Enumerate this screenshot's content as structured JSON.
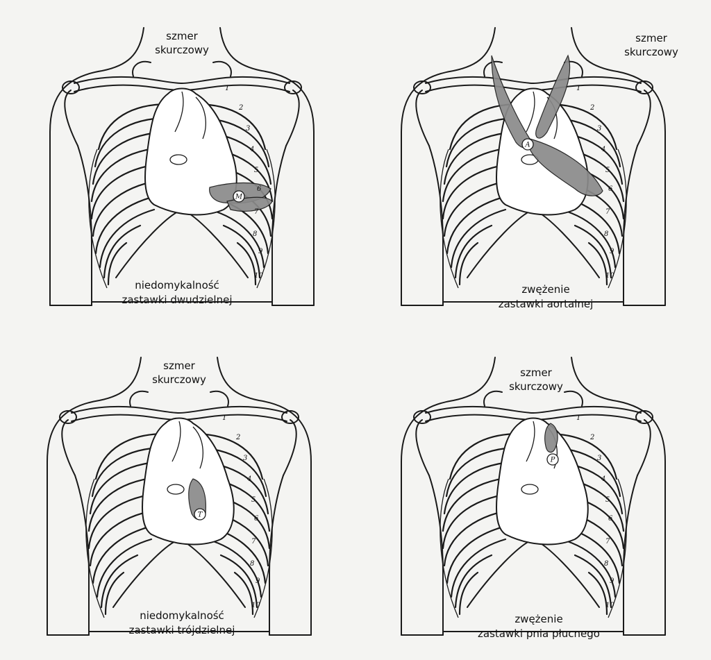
{
  "panels": [
    {
      "murmur_line1": "szmer",
      "murmur_line2": "skurczowy",
      "caption_line1": "niedomykalność",
      "caption_line2": "zastawki dwudzielnej",
      "valve_letter": "M"
    },
    {
      "murmur_line1": "szmer",
      "murmur_line2": "skurczowy",
      "caption_line1": "zwężenie",
      "caption_line2": "zastawki aortalnej",
      "valve_letter": "A"
    },
    {
      "murmur_line1": "szmer",
      "murmur_line2": "skurczowy",
      "caption_line1": "niedomykalność",
      "caption_line2": "zastawki trójdzielnej",
      "valve_letter": "T"
    },
    {
      "murmur_line1": "szmer",
      "murmur_line2": "skurczowy",
      "caption_line1": "zwężenie",
      "caption_line2": "zastawki pnia płucnego",
      "valve_letter": "P"
    }
  ],
  "rib_numbers": [
    "1",
    "2",
    "3",
    "4",
    "5",
    "6",
    "7",
    "8",
    "9",
    "10"
  ]
}
